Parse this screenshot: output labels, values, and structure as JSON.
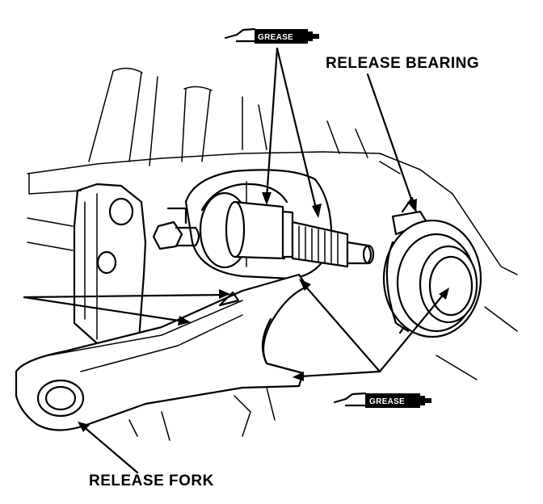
{
  "labels": {
    "release_bearing": "RELEASE BEARING",
    "release_fork": "RELEASE FORK",
    "grease_top": "GREASE",
    "grease_bottom": "GREASE"
  },
  "colors": {
    "ink": "#000000",
    "paper": "#ffffff"
  }
}
